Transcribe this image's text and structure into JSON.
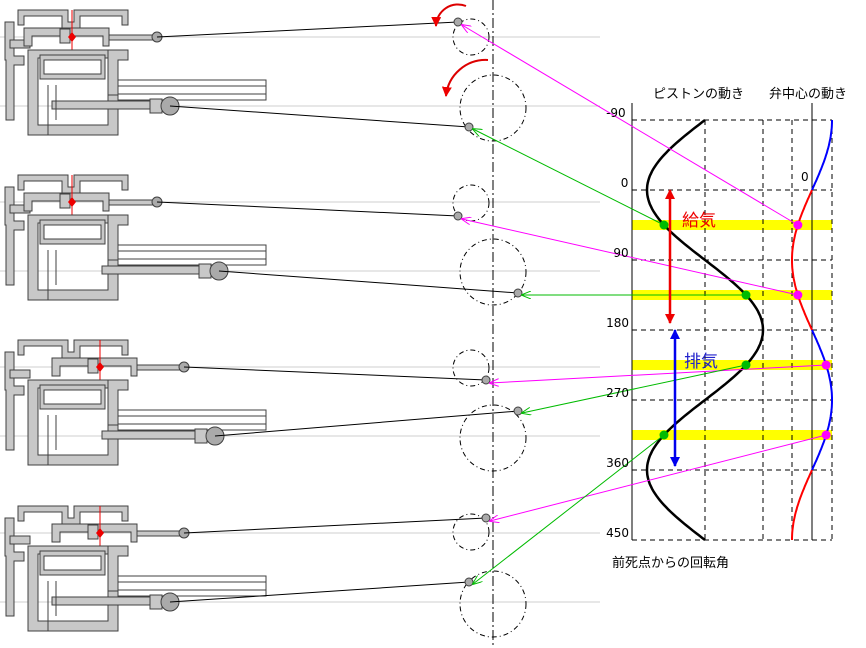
{
  "chart_data": {
    "type": "line",
    "title_piston": "ピストンの動き",
    "title_valve": "弁中心の動き",
    "xlabel": "前死点からの回転角",
    "y_ticks": [
      "-90",
      "0",
      "90",
      "180",
      "270",
      "360",
      "450"
    ],
    "valve_zero_label": "0",
    "ylim": [
      -90,
      450
    ],
    "intake_label": "給気",
    "exhaust_label": "排気",
    "intake_range_deg": [
      0,
      180
    ],
    "exhaust_range_deg": [
      180,
      360
    ],
    "marked_angles_deg": [
      45,
      135,
      225,
      315
    ],
    "series": [
      {
        "name": "ピストンの動き",
        "function": "cosine",
        "unit": "relative displacement",
        "color": "#000000",
        "values_at_0_90_180_270_360": [
          -1,
          0,
          1,
          0,
          -1
        ]
      },
      {
        "name": "弁中心の動き",
        "function": "sine",
        "unit": "relative displacement",
        "intake_color": "#ff0000",
        "exhaust_color": "#0000ff",
        "values_at_0_90_180_270_360": [
          0,
          -1,
          0,
          1,
          0
        ]
      }
    ]
  },
  "stages": [
    {
      "angle_deg": 45
    },
    {
      "angle_deg": 135
    },
    {
      "angle_deg": 225
    },
    {
      "angle_deg": 315
    }
  ],
  "colors": {
    "piston_curve": "#000000",
    "valve_intake": "#ff0000",
    "valve_exhaust": "#0000ff",
    "highlight_band": "#ffff00",
    "piston_marker": "#00bb00",
    "valve_marker": "#ff00ff",
    "piston_link": "#00bb00",
    "valve_link": "#ff00ff",
    "mechanism_fill": "#c8c8c8",
    "mechanism_stroke": "#404040"
  }
}
